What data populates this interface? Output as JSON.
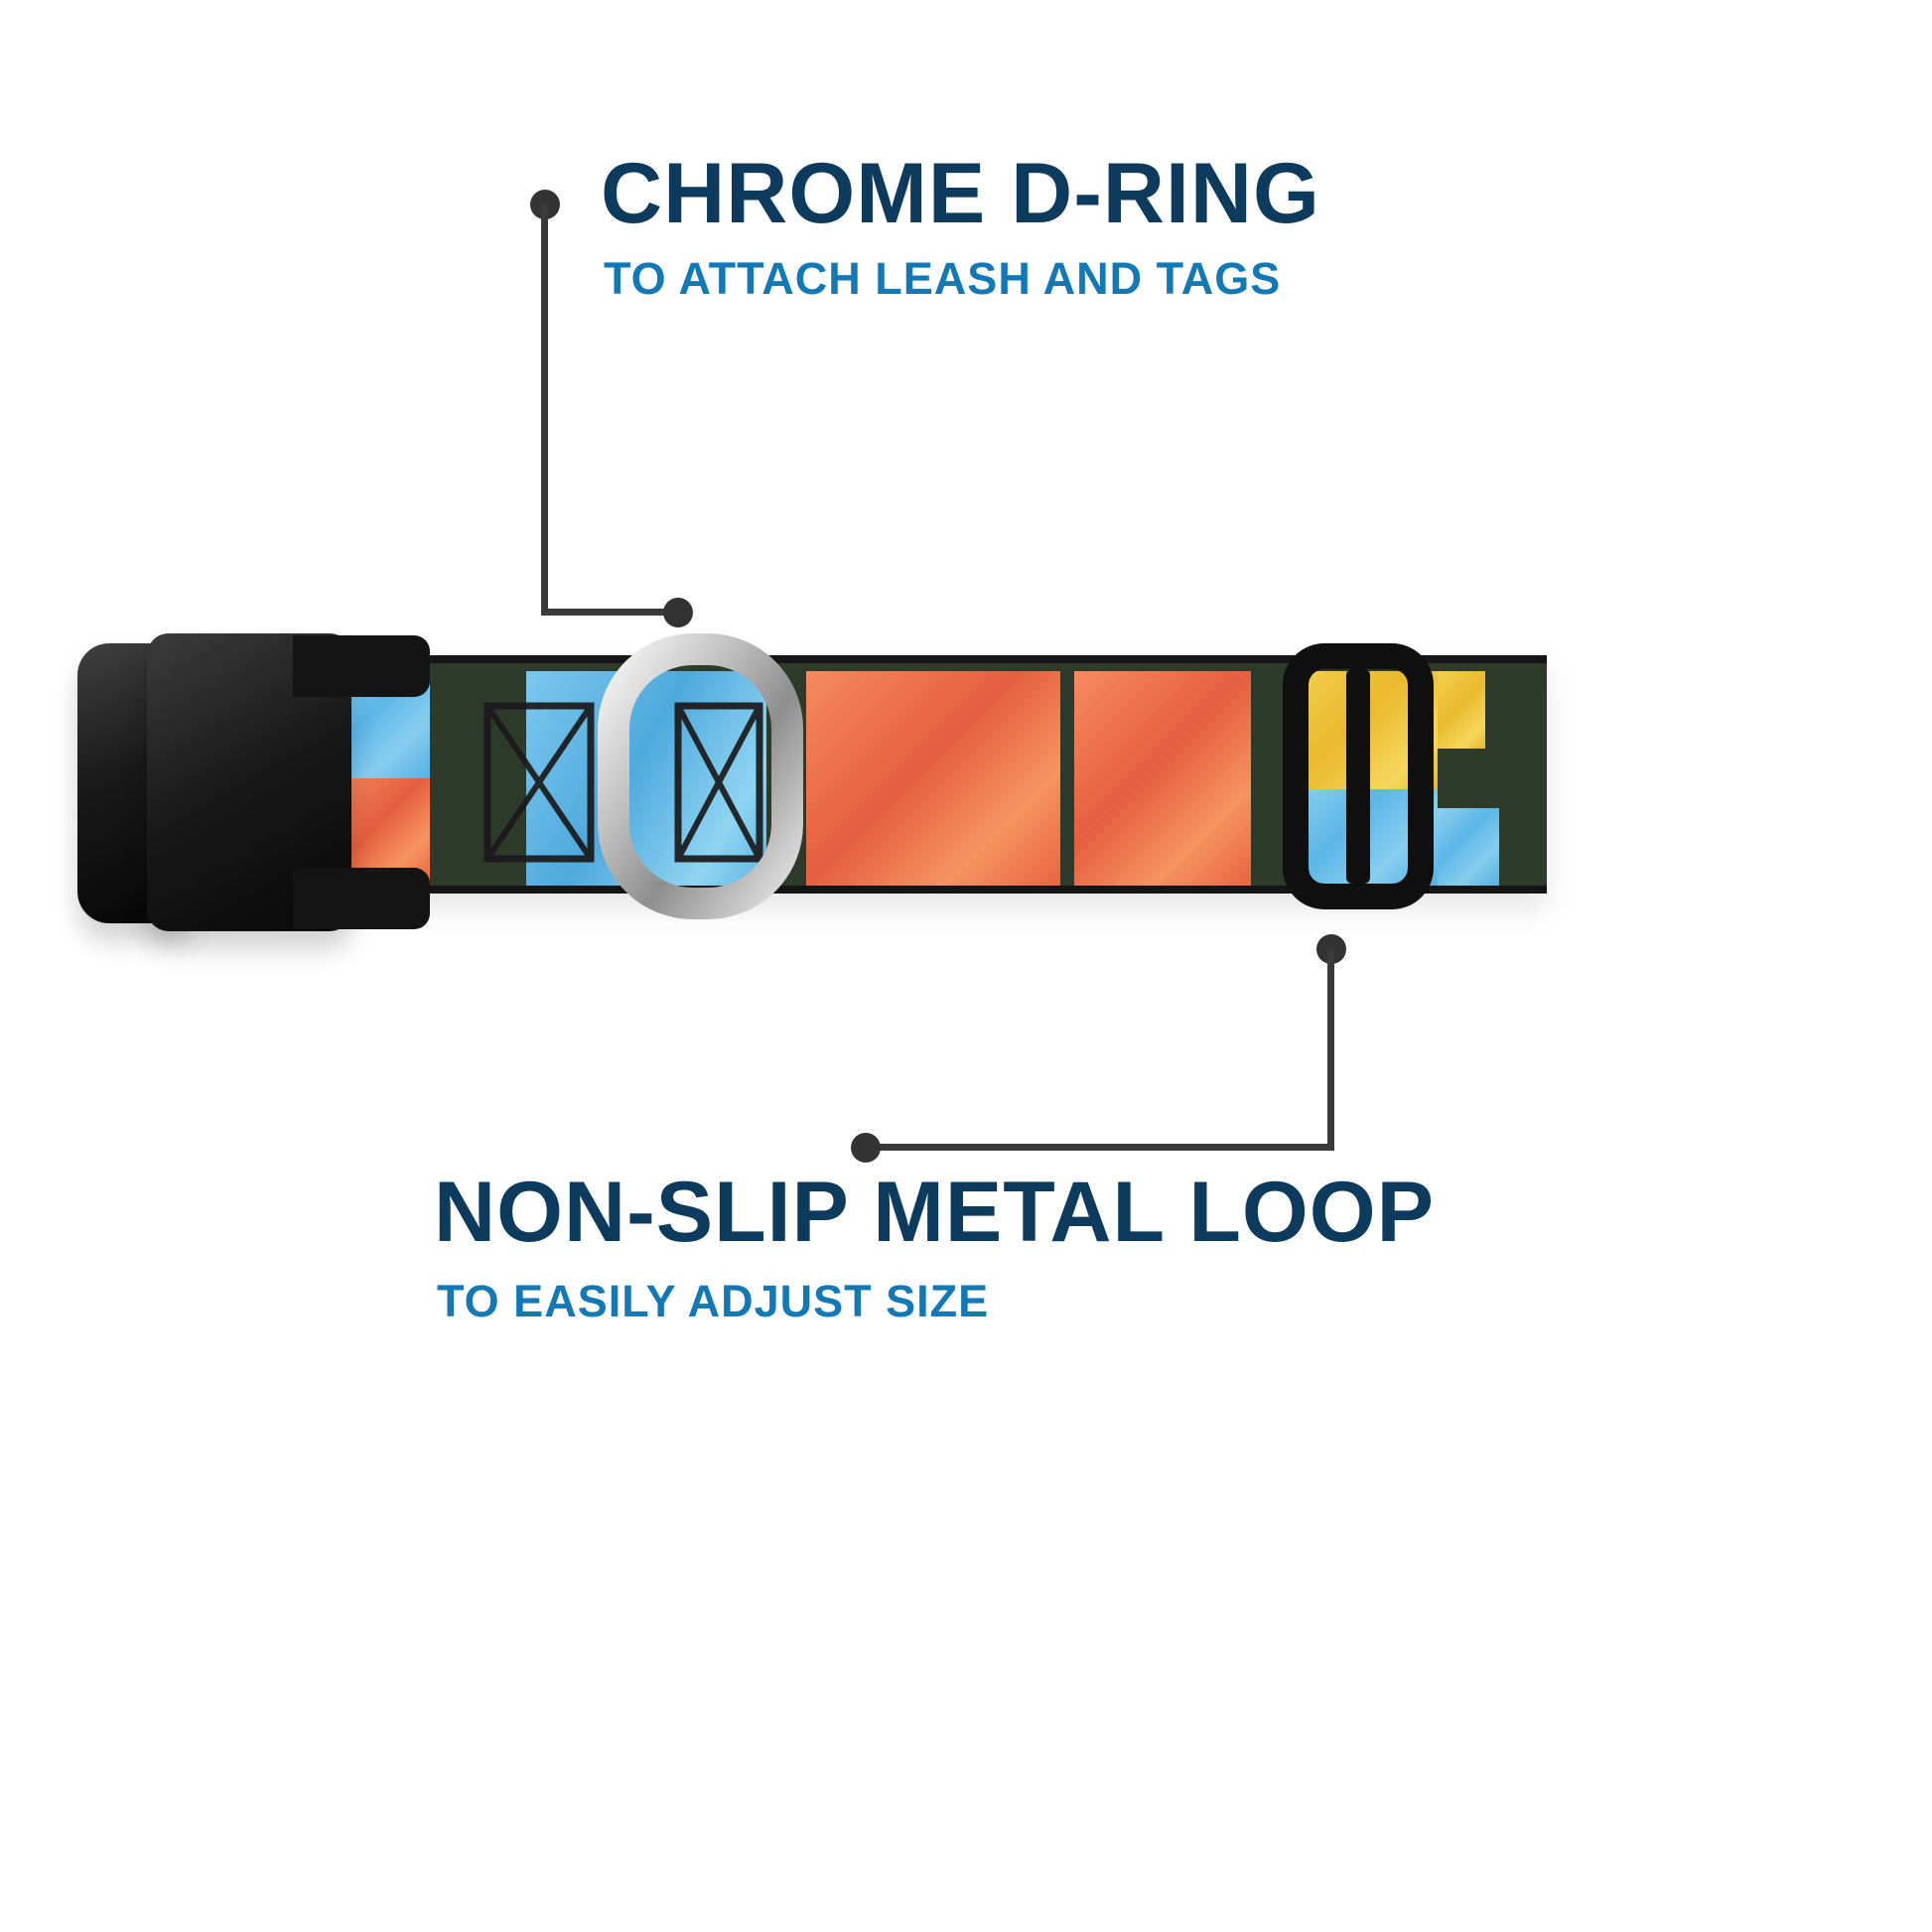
{
  "annotations": {
    "dring": {
      "title": "CHROME D-RING",
      "subtitle": "TO ATTACH LEASH AND TAGS"
    },
    "loop": {
      "title": "NON-SLIP METAL LOOP",
      "subtitle": "TO EASILY ADJUST SIZE"
    }
  },
  "colors": {
    "title_navy": "#0c3b5d",
    "subtitle_blue": "#1379b6",
    "callout_line": "#3a3a3a",
    "strap_green": "#2e3a2a",
    "patch_blue": "#5cb6e6",
    "patch_orange": "#e8643f",
    "patch_yellow": "#e9b92e",
    "buckle_black": "#141414",
    "chrome_silver": "#c9c9c9"
  }
}
